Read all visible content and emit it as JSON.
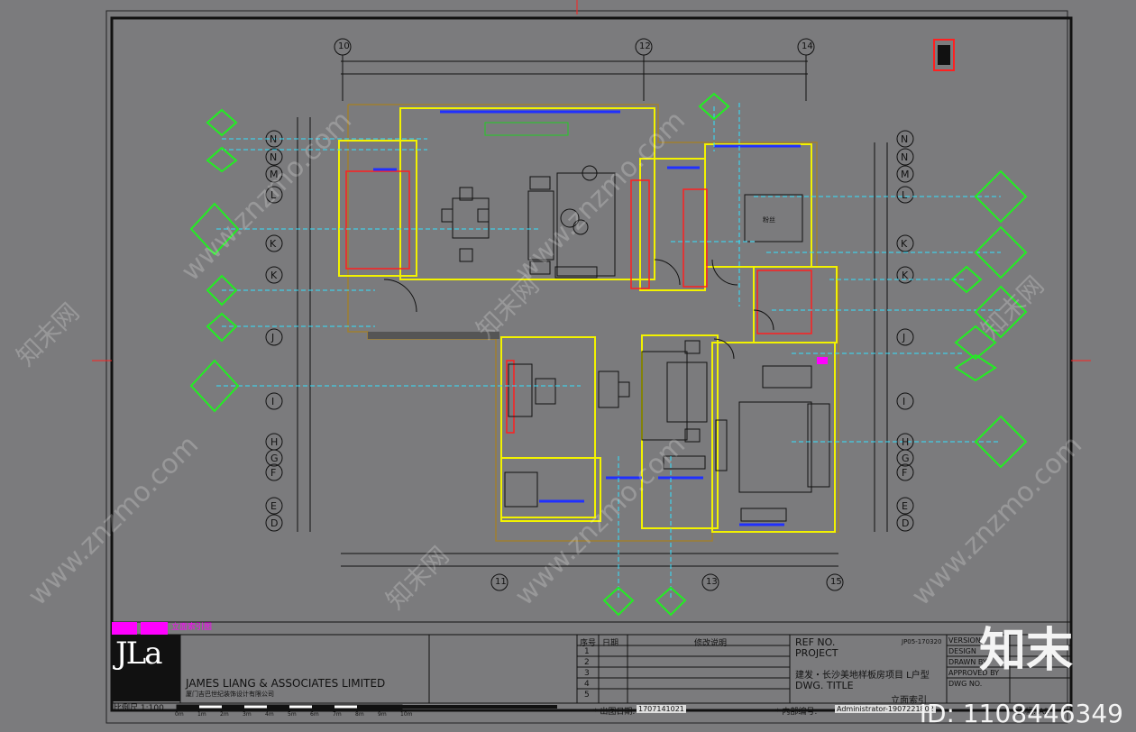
{
  "drawing": {
    "axis_labels_top": [
      "10",
      "12",
      "14"
    ],
    "axis_labels_bottom": [
      "11",
      "13",
      "15"
    ],
    "axis_labels_left": [
      "N",
      "N",
      "M",
      "L",
      "K",
      "K",
      "J",
      "I",
      "H",
      "G",
      "F",
      "E",
      "D"
    ],
    "axis_labels_right": [
      "N",
      "N",
      "M",
      "L",
      "K",
      "K",
      "J",
      "I",
      "H",
      "G",
      "F",
      "E",
      "D"
    ],
    "room_texts": [
      "粉丝"
    ],
    "index_label": "立面索引图",
    "scale_label": "比例尺 1:100",
    "scale_ticks": [
      "0m",
      "1m",
      "2m",
      "3m",
      "4m",
      "5m",
      "6m",
      "7m",
      "8m",
      "9m",
      "10m"
    ]
  },
  "title_block": {
    "company_name": "JAMES LIANG & ASSOCIATES LIMITED",
    "company_cn": "厦门吉巴世纪装饰设计有限公司",
    "logo": "JLa",
    "revision_headers": [
      "序号",
      "日期",
      "修改说明"
    ],
    "revision_rows": [
      "1",
      "2",
      "3",
      "4",
      "5"
    ],
    "ref_no_label": "REF NO.",
    "project_label": "PROJECT",
    "project_name": "建发・长沙美地样板房项目 L户型",
    "dwg_title_label": "DWG. TITLE",
    "dwg_title_value": "立面索引",
    "ref_no_value": "JP05-170320",
    "version_label": "VERSION",
    "design_label": "DESIGN",
    "drawn_label": "DRAWN BY",
    "approved_label": "APPROVED BY",
    "dwg_no_label": "DWG NO.",
    "print_date_label": "* 出图日期:",
    "print_date_value": "1707141021",
    "internal_no_label": "* 内部编号:",
    "internal_no_value": "Administrator-1907221802",
    "sheet_size": "图幅: A2"
  },
  "watermark": {
    "text": "www.znzmo.com",
    "cn_text": "知末网",
    "brand": "知末",
    "id_text": "ID: 1108446349"
  },
  "colors": {
    "bg": "#7b7b7d",
    "wall_yellow": "#f2f200",
    "wall_red": "#ff2020",
    "marker_green": "#22ee22",
    "dash_cyan": "#33e0ff",
    "window_blue": "#2030ff",
    "magenta": "#ff00ff"
  }
}
